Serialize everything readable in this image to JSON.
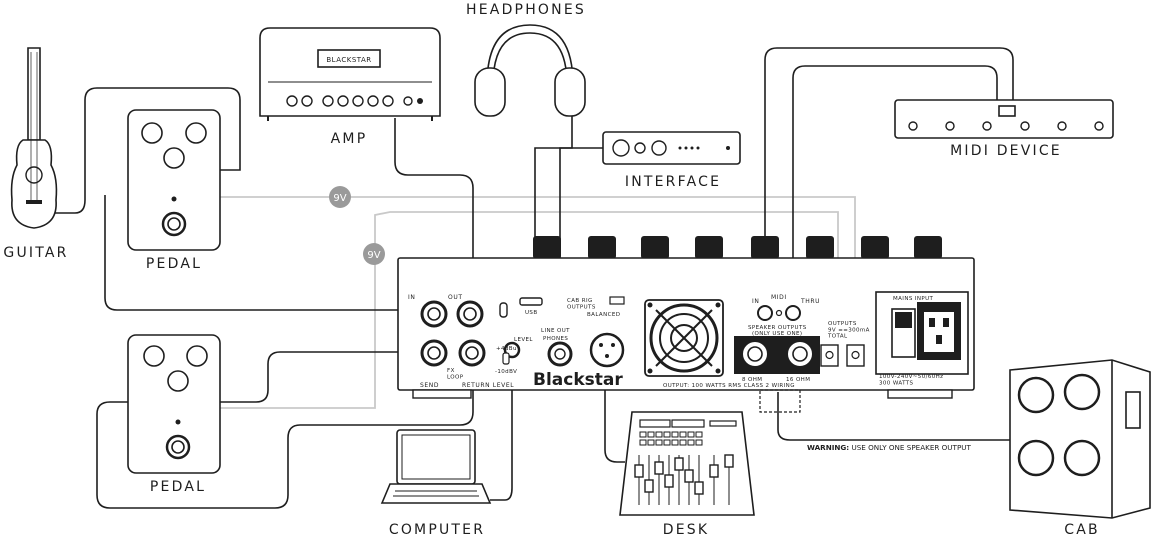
{
  "labels": {
    "headphones": "HEADPHONES",
    "amp": "AMP",
    "guitar": "GUITAR",
    "pedal_top": "PEDAL",
    "pedal_bottom": "PEDAL",
    "interface": "INTERFACE",
    "midi_device": "MIDI DEVICE",
    "computer": "COMPUTER",
    "desk": "DESK",
    "cab": "CAB"
  },
  "amp_head_brand": "BLACKSTAR",
  "power_badges": [
    "9V",
    "9V"
  ],
  "unit": {
    "brand": "Blackstar",
    "in": "IN",
    "out": "OUT",
    "usb": "USB",
    "cab_rig_outputs": "CAB RIG\nOUTPUTS",
    "balanced": "BALANCED",
    "line_out": "LINE OUT",
    "phones": "PHONES",
    "level": "LEVEL",
    "fx_loop": "FX\nLOOP",
    "plus4": "+4dBu",
    "minus10": "-10dBV",
    "send": "SEND",
    "return_level": "RETURN LEVEL",
    "midi": "MIDI",
    "midi_in": "IN",
    "midi_thru": "THRU",
    "speaker_outputs": "SPEAKER OUTPUTS",
    "only_use_one": "(ONLY USE ONE)",
    "ohm8": "8 OHM",
    "ohm16": "16 OHM",
    "outputs_power": "OUTPUTS\n9V ==300mA\nTOTAL",
    "mains_input": "MAINS INPUT",
    "mains_spec": "100V-240V~50/60Hz\n300 WATTS",
    "output_spec": "OUTPUT: 100 WATTS RMS CLASS 2 WIRING"
  },
  "warning": {
    "bold": "WARNING:",
    "text": "USE ONLY ONE SPEAKER OUTPUT"
  }
}
